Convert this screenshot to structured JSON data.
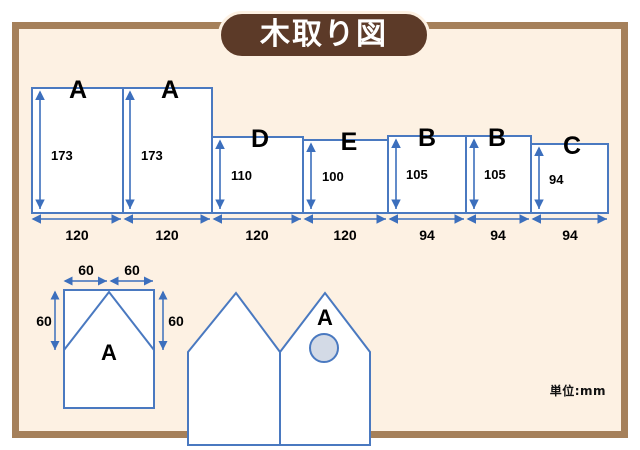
{
  "title": {
    "text": "木取り図"
  },
  "unit_note": {
    "text": "単位:mm"
  },
  "colors": {
    "frame_border": "#a5805a",
    "paper": "#fdf1e3",
    "banner": "#5c3a28",
    "banner_text": "#ffffff",
    "part_stroke": "#4a79c0",
    "dimension": "#3c6fbd",
    "hole_fill": "#d3dae6",
    "label_text": "#000000"
  },
  "cut_layout": {
    "parts": [
      {
        "label": "A",
        "height": "173",
        "width": "120"
      },
      {
        "label": "A",
        "height": "173",
        "width": "120"
      },
      {
        "label": "D",
        "height": "110",
        "width": "120"
      },
      {
        "label": "E",
        "height": "100",
        "width": "120"
      },
      {
        "label": "B",
        "height": "105",
        "width": "94"
      },
      {
        "label": "B",
        "height": "105",
        "width": "94"
      },
      {
        "label": "C",
        "height": "94",
        "width": "94"
      }
    ]
  },
  "detail_shapes": {
    "roof_piece": {
      "label": "A",
      "dim_top_left": "60",
      "dim_top_right": "60",
      "dim_left": "60",
      "dim_right": "60"
    },
    "assembled": {
      "front_label": "A"
    }
  }
}
